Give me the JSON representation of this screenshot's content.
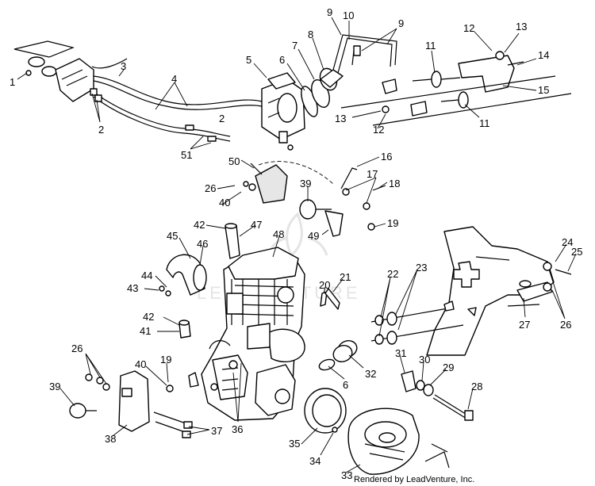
{
  "callouts": [
    {
      "id": "c1",
      "text": "1"
    },
    {
      "id": "c2a",
      "text": "2"
    },
    {
      "id": "c2b",
      "text": "2"
    },
    {
      "id": "c3",
      "text": "3"
    },
    {
      "id": "c4",
      "text": "4"
    },
    {
      "id": "c5",
      "text": "5"
    },
    {
      "id": "c6a",
      "text": "6"
    },
    {
      "id": "c7",
      "text": "7"
    },
    {
      "id": "c8",
      "text": "8"
    },
    {
      "id": "c9a",
      "text": "9"
    },
    {
      "id": "c10",
      "text": "10"
    },
    {
      "id": "c9b",
      "text": "9"
    },
    {
      "id": "c11a",
      "text": "11"
    },
    {
      "id": "c12a",
      "text": "12"
    },
    {
      "id": "c13a",
      "text": "13"
    },
    {
      "id": "c14",
      "text": "14"
    },
    {
      "id": "c15",
      "text": "15"
    },
    {
      "id": "c13b",
      "text": "13"
    },
    {
      "id": "c12b",
      "text": "12"
    },
    {
      "id": "c11b",
      "text": "11"
    },
    {
      "id": "c51",
      "text": "51"
    },
    {
      "id": "c50",
      "text": "50"
    },
    {
      "id": "c16",
      "text": "16"
    },
    {
      "id": "c17",
      "text": "17"
    },
    {
      "id": "c18",
      "text": "18"
    },
    {
      "id": "c26a",
      "text": "26"
    },
    {
      "id": "c40a",
      "text": "40"
    },
    {
      "id": "c39a",
      "text": "39"
    },
    {
      "id": "c19a",
      "text": "19"
    },
    {
      "id": "c42a",
      "text": "42"
    },
    {
      "id": "c47",
      "text": "47"
    },
    {
      "id": "c48",
      "text": "48"
    },
    {
      "id": "c49",
      "text": "49"
    },
    {
      "id": "c45",
      "text": "45"
    },
    {
      "id": "c46",
      "text": "46"
    },
    {
      "id": "c44",
      "text": "44"
    },
    {
      "id": "c43",
      "text": "43"
    },
    {
      "id": "c20",
      "text": "20"
    },
    {
      "id": "c21",
      "text": "21"
    },
    {
      "id": "c22",
      "text": "22"
    },
    {
      "id": "c23",
      "text": "23"
    },
    {
      "id": "c24",
      "text": "24"
    },
    {
      "id": "c25",
      "text": "25"
    },
    {
      "id": "c27",
      "text": "27"
    },
    {
      "id": "c26b",
      "text": "26"
    },
    {
      "id": "c42b",
      "text": "42"
    },
    {
      "id": "c41",
      "text": "41"
    },
    {
      "id": "c26c",
      "text": "26"
    },
    {
      "id": "c40b",
      "text": "40"
    },
    {
      "id": "c19b",
      "text": "19"
    },
    {
      "id": "c39b",
      "text": "39"
    },
    {
      "id": "c38",
      "text": "38"
    },
    {
      "id": "c37",
      "text": "37"
    },
    {
      "id": "c36",
      "text": "36"
    },
    {
      "id": "c32",
      "text": "32"
    },
    {
      "id": "c6b",
      "text": "6"
    },
    {
      "id": "c31",
      "text": "31"
    },
    {
      "id": "c30",
      "text": "30"
    },
    {
      "id": "c29",
      "text": "29"
    },
    {
      "id": "c28",
      "text": "28"
    },
    {
      "id": "c35",
      "text": "35"
    },
    {
      "id": "c34",
      "text": "34"
    },
    {
      "id": "c33",
      "text": "33"
    }
  ],
  "credit": "Rendered by LeadVenture, Inc.",
  "watermark": "LEADVENTURE"
}
